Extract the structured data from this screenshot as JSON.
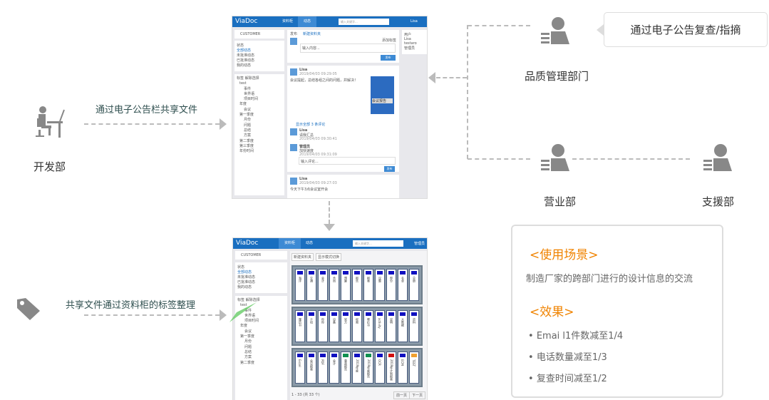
{
  "departments": {
    "dev": "开发部",
    "qa": "品质管理部门",
    "sales": "营业部",
    "support": "支援部"
  },
  "flows": {
    "bulletin": "通过电子公告栏共享文件",
    "cabinet": "共享文件通过资料柜的标签整理",
    "review": "通过电子公告复查/指摘"
  },
  "summary": {
    "scene_title": "<使用场景>",
    "scene_text": "制造厂家的跨部门进行的设计信息的交流",
    "effect_title": "<效果>",
    "effects": [
      "Emai l1件数减至1/4",
      "电话数量减至1/3",
      "复查时间减至1/2"
    ]
  },
  "colors": {
    "accent": "#f08300",
    "brand": "#1a6fc0"
  },
  "shot1": {
    "logo": "ViaDoc",
    "tabs": [
      "资料柜",
      "动态"
    ],
    "search": "输入关键字...",
    "user": "Lisa",
    "customer": "CUSTOMER",
    "status": "状态",
    "status_items": [
      "全部动态",
      "未批准动态",
      "已批准动态",
      "我的动态"
    ],
    "tags": "标签",
    "tag_btn": "解除选择",
    "tree": [
      "test",
      "事件",
      "世界语",
      "项目时间",
      "年度",
      "会议",
      "第一季度",
      "月份",
      "问题",
      "总结",
      "方案",
      "第二季度",
      "第三季度",
      "年份时间"
    ],
    "post_tabs": [
      "发布",
      "新建资料夹"
    ],
    "add_tag": "添加标签",
    "input": "输入内容...",
    "publish": "发布",
    "posts": [
      {
        "user": "Lisa",
        "time": "2019/04/03 09:29:05",
        "text": "会议提起，总结各组之间的问题，并解决！",
        "doc": "会议报告"
      },
      {
        "user": "Lisa",
        "time": "2019/04/03 09:27:03",
        "text": "今天下午3点会议室开会"
      }
    ],
    "show_comments": "显示全部 3 条评论",
    "comments": [
      {
        "user": "Lisa",
        "text": "请我汇总",
        "time": "2019/04/03 09:30:41"
      },
      {
        "user": "管理员",
        "text": "加快速度",
        "time": "2019/04/03 09:31:09"
      }
    ],
    "comment_input": "输入评论...",
    "users_title": "用户",
    "users": [
      "Lisa",
      "testaro",
      "管理员"
    ]
  },
  "shot2": {
    "logo": "ViaDoc",
    "tabs": [
      "资料柜",
      "动态"
    ],
    "search": "输入关键字...",
    "user": "管理员",
    "new_folder": "新建资料夹",
    "display_mode": "显示模式切换",
    "pager": "1 - 33 (共 33 个)",
    "prev": "前一页",
    "next": "下一页",
    "shelves": [
      [
        {
          "l": "海洋",
          "c": "#1010c0"
        },
        {
          "l": "交通",
          "c": "#1010c0"
        },
        {
          "l": "会计",
          "c": "#1010c0"
        },
        {
          "l": "合同",
          "c": "#1010c0"
        },
        {
          "l": "预算",
          "c": "#1010c0"
        },
        {
          "l": "报告",
          "c": "#1010c0"
        },
        {
          "l": "报表",
          "c": "#1010c0"
        },
        {
          "l": "议题",
          "c": "#1010c0"
        },
        {
          "l": "部分",
          "c": "#1010c0"
        },
        {
          "l": "名单",
          "c": "#1010c0"
        },
        {
          "l": "总册",
          "c": "#1010c0"
        }
      ],
      [
        {
          "l": "履历书",
          "c": "#1010c0"
        },
        {
          "l": "介绍",
          "c": "#1010c0"
        },
        {
          "l": "你你",
          "c": "#1010c0"
        },
        {
          "l": "设备",
          "c": "#1010c0"
        },
        {
          "l": "官方",
          "c": "#1010c0"
        },
        {
          "l": "权限",
          "c": "#1010c0"
        },
        {
          "l": "降价书",
          "c": "#1010c0"
        },
        {
          "l": "activity",
          "c": "#1010c0"
        },
        {
          "l": "说明",
          "c": "#1010c0"
        },
        {
          "l": "大数据",
          "c": "#1010c0"
        },
        {
          "l": "资料",
          "c": "#1010c0"
        }
      ],
      [
        {
          "l": "Excel",
          "c": "#1010c0"
        },
        {
          "l": "会议报表",
          "c": "#1010c0"
        },
        {
          "l": "PDF",
          "c": "#1010c0"
        },
        {
          "l": "会计",
          "c": "#1010c0"
        },
        {
          "l": "事故报告",
          "c": "#109050"
        },
        {
          "l": "2019年度",
          "c": "#1010c0"
        },
        {
          "l": "2019年度报告",
          "c": "#109050"
        },
        {
          "l": "OCR",
          "c": "#1010c0"
        },
        {
          "l": "2019年计划报表",
          "c": "#d01010"
        },
        {
          "l": "ECM",
          "c": "#1010c0"
        },
        {
          "l": "TEST",
          "c": "#f0a030"
        }
      ]
    ]
  }
}
